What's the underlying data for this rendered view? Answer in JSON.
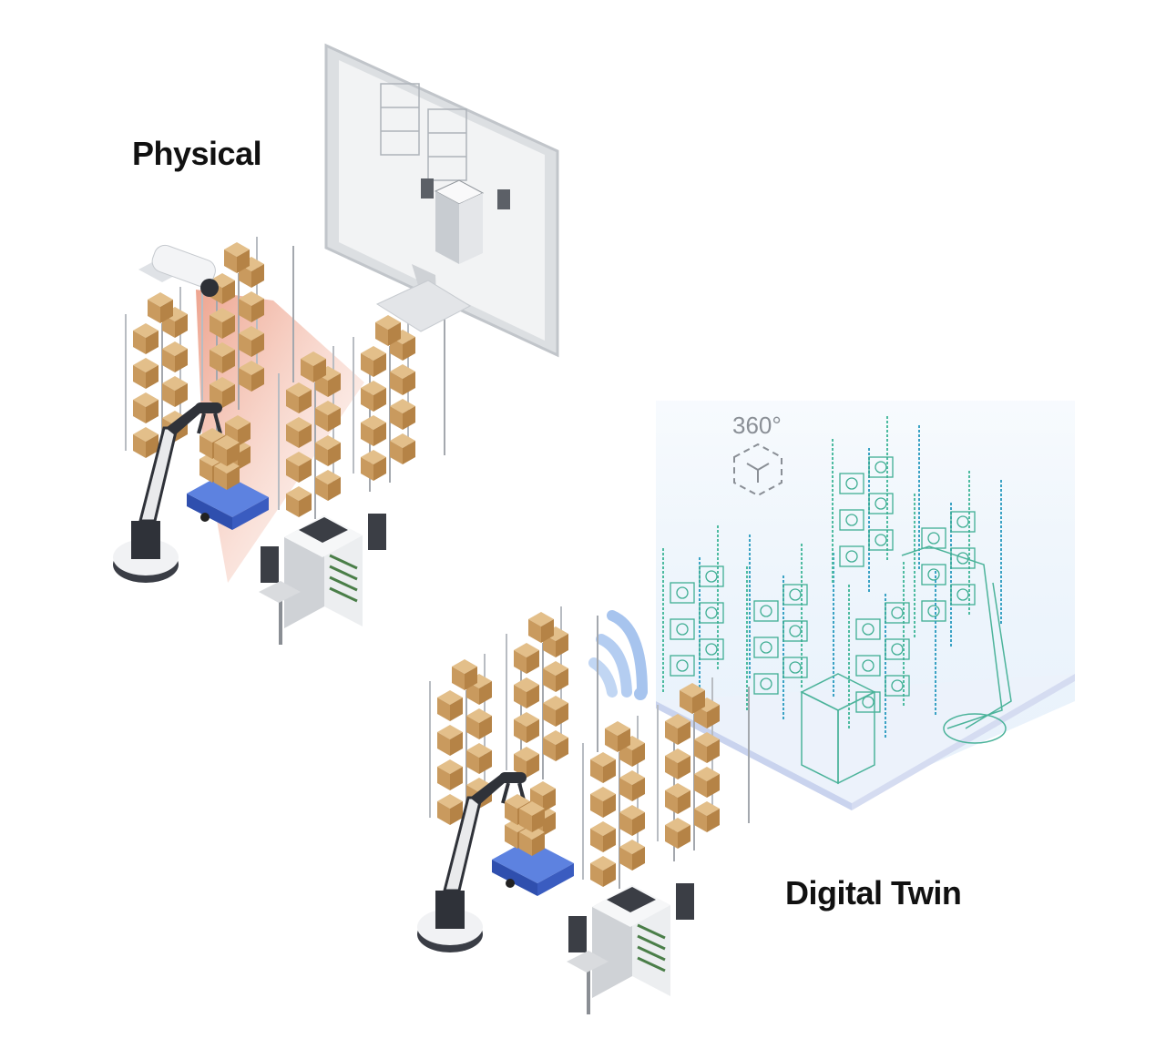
{
  "labels": {
    "physical": "Physical",
    "digital_twin": "Digital Twin",
    "rotation": "360°"
  },
  "icons": [
    "security-camera-icon",
    "monitor-icon",
    "wireless-signal-icon",
    "rotate-3d-cube-icon",
    "robot-arm-icon",
    "agv-robot-icon",
    "storage-shelf-icon",
    "control-cabinet-icon"
  ],
  "colors": {
    "box": "#c9a16b",
    "agv": "#3f63c8",
    "scan_light": "#f2a98e",
    "twin_wireframe": "#46b99a",
    "twin_panel": "#eaf3fb",
    "signal": "#a8c6ef"
  }
}
